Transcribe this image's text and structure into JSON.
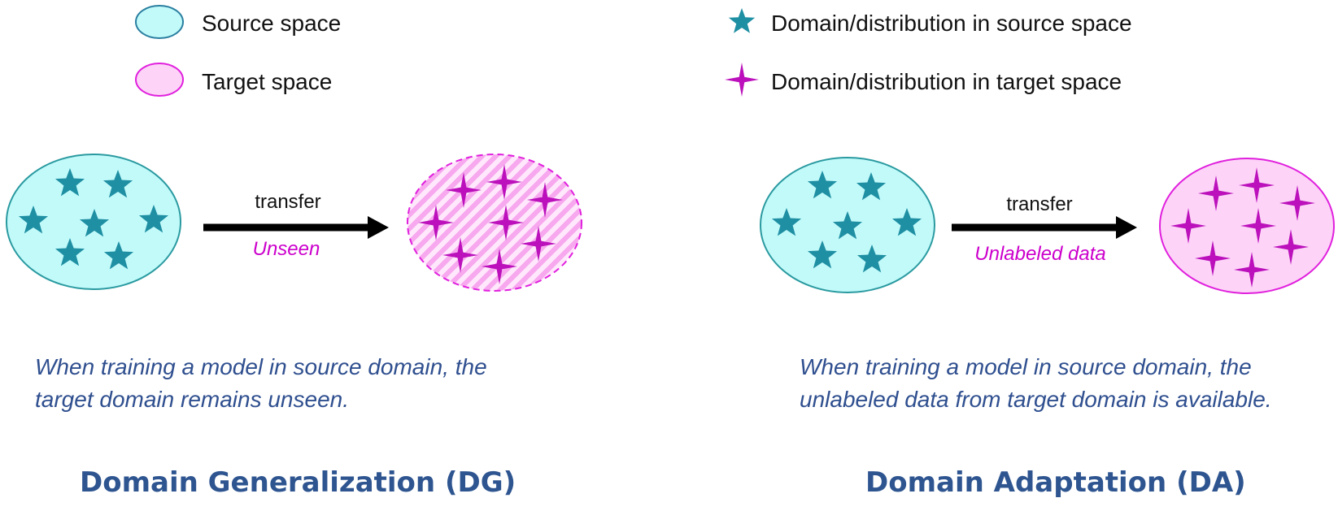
{
  "colors": {
    "source_fill": "#c2fafa",
    "source_stroke": "#2a9aa0",
    "target_fill": "#fdd4f8",
    "target_stroke": "#e020dd",
    "teal_star": "#1f8fa3",
    "magenta_star": "#bb10bb",
    "arrow": "#000000",
    "text_blue": "#2f4f8f",
    "title_blue": "#2e5590",
    "magenta_text": "#cc00cc"
  },
  "legend": {
    "source_space": "Source space",
    "target_space": "Target space",
    "source_domain": "Domain/distribution in source space",
    "target_domain": "Domain/distribution in target space"
  },
  "dg": {
    "arrow_label": "transfer",
    "arrow_sublabel": "Unseen",
    "description": [
      "When training a model in source domain, the",
      "target domain remains unseen."
    ],
    "title": "Domain Generalization (DG)"
  },
  "da": {
    "arrow_label": "transfer",
    "arrow_sublabel": "Unlabeled data",
    "description": [
      "When training a model in source domain, the",
      "unlabeled data from target domain is available."
    ],
    "title": "Domain Adaptation (DA)"
  },
  "icons": {
    "source_domain_marker": "five-point-star-icon",
    "target_domain_marker": "four-point-star-icon"
  }
}
